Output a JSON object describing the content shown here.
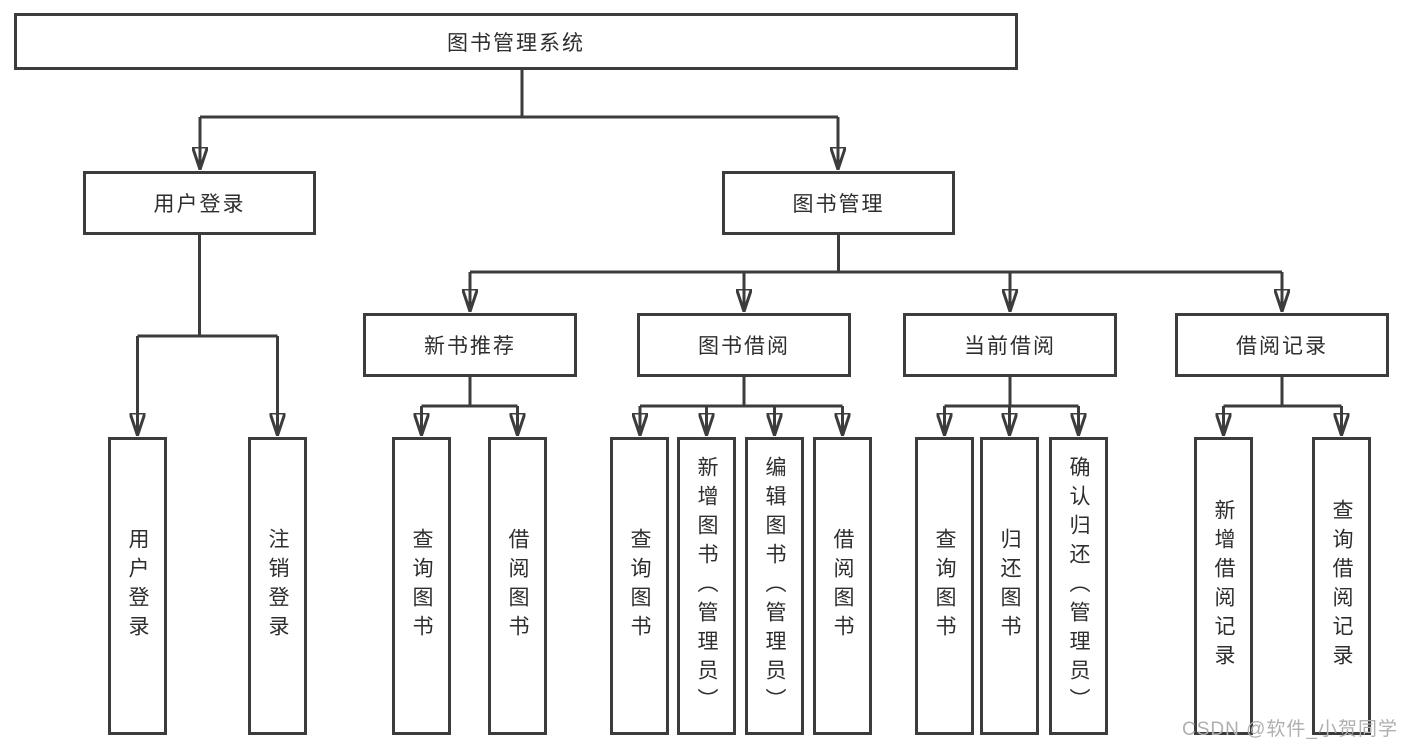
{
  "diagram_title": "图书管理系统",
  "labels": {
    "root": "图书管理系统",
    "userLogin": "用户登录",
    "bookMgmt": "图书管理",
    "newBooks": "新书推荐",
    "bookBorrow": "图书借阅",
    "currentBorrow": "当前借阅",
    "borrowRecords": "借阅记录",
    "leafUserLogin": "用户登录",
    "leafLogout": "注销登录",
    "leafNbQuery": "查询图书",
    "leafNbBorrow": "借阅图书",
    "leafBbQuery": "查询图书",
    "leafBbAdd": "新增图书（管理员）",
    "leafBbEdit": "编辑图书（管理员）",
    "leafBbBorrow": "借阅图书",
    "leafCbQuery": "查询图书",
    "leafCbReturn": "归还图书",
    "leafCbConfirm": "确认归还（管理员）",
    "leafBrAdd": "新增借阅记录",
    "leafBrQuery": "查询借阅记录"
  },
  "hierarchy": {
    "图书管理系统": [
      "用户登录",
      "图书管理"
    ],
    "用户登录": [
      "用户登录",
      "注销登录"
    ],
    "图书管理": [
      "新书推荐",
      "图书借阅",
      "当前借阅",
      "借阅记录"
    ],
    "新书推荐": [
      "查询图书",
      "借阅图书"
    ],
    "图书借阅": [
      "查询图书",
      "新增图书（管理员）",
      "编辑图书（管理员）",
      "借阅图书"
    ],
    "当前借阅": [
      "查询图书",
      "归还图书",
      "确认归还（管理员）"
    ],
    "借阅记录": [
      "新增借阅记录",
      "查询借阅记录"
    ]
  },
  "watermark": "CSDN @软件_小贺同学",
  "colors": {
    "line": "#3c3c3c",
    "text": "#2e2e2e",
    "background": "#ffffff",
    "watermark": "#b0b0b0"
  }
}
